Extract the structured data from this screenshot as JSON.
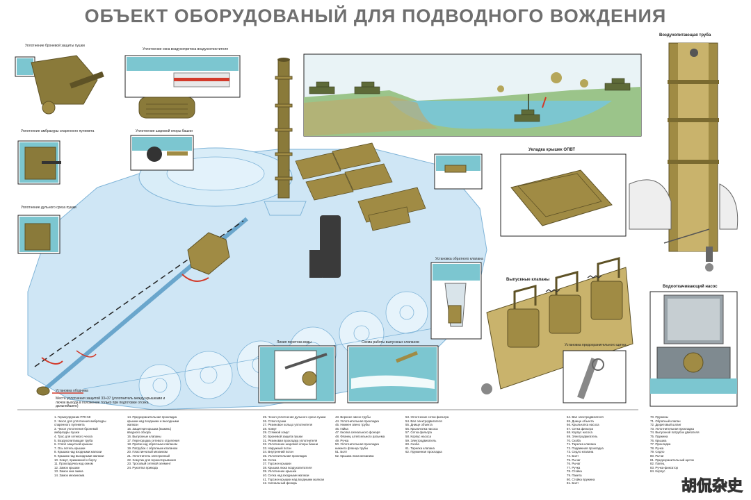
{
  "title": "ОБЪЕКТ ОБОРУДОВАНЫЙ ДЛЯ ПОДВОДНОГО ВОЖДЕНИЯ",
  "panels": {
    "gun_armor_seal": "Уплотнение броневой защиты пушки",
    "air_intake_window": "Уплотнение окна воздухопритока воздухоочистителя",
    "turret_ring": "Уплотнение шаровой опоры башни",
    "coax_mg": "Уплотнение амбразуры спаренного пулемета",
    "muzzle": "Уплотнение дульного среза пушки",
    "air_pipe": "Воздухопитающая труба",
    "hatch_stowage": "Укладка крышек ОПВТ",
    "check_valve": "Установка обратного клапана",
    "exhaust_valves": "Выпускные клапаны",
    "safety_pin": "Установка предохранительного щитка",
    "bilge_pump": "Водооткачивающий насос",
    "water_line": "Линия перетока воды",
    "valve_scheme": "Схема работы выпускных клапанов",
    "nose_cover": "Установка ободчика",
    "nose_note": "Места уплотнения защитой 33+37 (уплотнитель между крышками и лючок выхода в положение только при подготовке отсека дальнейшего)"
  },
  "legend": [
    [
      "1. Гермоупрумник ПТК-58",
      "2. Чехол для уплотнения амбразуры",
      "спаренного пулемета",
      "3. Чехол уплотнения броневой",
      "амбразуры пушки",
      "4. Трос для сетевого чехла",
      "5. Воздухопитающая труба",
      "6. Ствол защитной крышки",
      "7. Ось петель крышки",
      "8. Крышка над входными жалюзи",
      "9. Крышка над выходными жалюзи",
      "10. Хомут, прижимной к борту",
      "11. Прокладочка над окном",
      "12. Замок крышки",
      "13. Замок кнм замка",
      "14. Замок механизма"
    ],
    [
      "14. Предохранительная прокладка",
      "крышки над входными и выходными",
      "жалюзи",
      "15. Защитная крышка (выкинь)",
      "вводного обзора",
      "16. Выпускные клапаны",
      "17. Перегородка сетевого отделения",
      "18. Проём над обратным клапаном",
      "19. Патрубок с обратным клапаном",
      "20. Пластинчатый механизм",
      "21. Уплотнитель электронный",
      "22. Хомутик для гермооткрывания",
      "23. Тросовый сетевой элемент",
      "24. Рукоятка привода"
    ],
    [
      "25. Чехол уплотнения дульного среза пушки",
      "26. Ствол пушки",
      "27. Резиновое кольцо уплотнителя",
      "28. Хомут",
      "29. Стяжной хомут",
      "30. Броневой защита пушки",
      "31. Резиновая прокладка уплотнителя",
      "32. Уплотнение шаровой опоры башни",
      "33. Наружный погон",
      "34. Внутренний погон",
      "35. Уплотнительная прокладка",
      "36. Сетка",
      "37. Торсион крышки",
      "38. Крышка люка воздухопитателя",
      "39. Уплотнение крышки",
      "40. Сетка над входными жалюзи",
      "41. Торсион крышки над входными жалюзи",
      "42. Сигнальный фонарь"
    ],
    [
      "43. Верхнее звено трубы",
      "44. Уплотнительная прокладка",
      "45. Нижнее звено трубы",
      "46. Гайка",
      "47. Кнопка сигнального фонаря",
      "48. Фланец штепсельного разъема",
      "49. Ручка",
      "50. Уплотнительная прокладка",
      "нижнего фланца трубы",
      "51. Болт",
      "52. Крышка люка механика"
    ],
    [
      "53. Уплотнение сетки фильтра",
      "54. Вал электродвигателя",
      "55. Днище объекта",
      "56. Крыльчатка насоса",
      "57. Сетка фильтра",
      "58. Корпус насоса",
      "59. Электродвигатель",
      "60. Скоба",
      "61. Тарелка клапана",
      "62. Пружинная прокладка"
    ],
    [
      "64. Вал электродвигателя",
      "65. Днище объекта",
      "66. Крыльчатка насоса",
      "67. Сетка фильтра",
      "68. Корпус насоса",
      "69. Электродвигатель",
      "70. Скоба",
      "71. Тарелка клапана",
      "72. Подвижная прокладка",
      "73. Седло клапана",
      "74. Болт",
      "75. Рычаг",
      "76. Рычаг",
      "77. Ручка",
      "78. Стойка",
      "79. Пакета",
      "80. Стойка пружина",
      "81. Болт"
    ],
    [
      "70. Пружины",
      "71. Обратный клапан",
      "72. Дюритовый шланг",
      "73. Уплотнительная прокладка",
      "74. Выпускной патрубок двигателя",
      "75. Пружина",
      "76. Крышка",
      "77. Прокладка",
      "78. Ручка",
      "79. Седло",
      "80. Рычаг",
      "81. Предохранительный щиток",
      "82. Палец",
      "83. Ручка-фиксатор",
      "84. Корпус"
    ]
  ],
  "watermark": "胡侃杂史",
  "colors": {
    "olive": "#8a7a3a",
    "olive_dark": "#5e5226",
    "tank_blue": "#cfe6f5",
    "tank_line": "#7fb4d8",
    "water": "#7cc6d0",
    "grass": "#9bc48a",
    "sky": "#e9f3f6",
    "red": "#d23a2a"
  }
}
